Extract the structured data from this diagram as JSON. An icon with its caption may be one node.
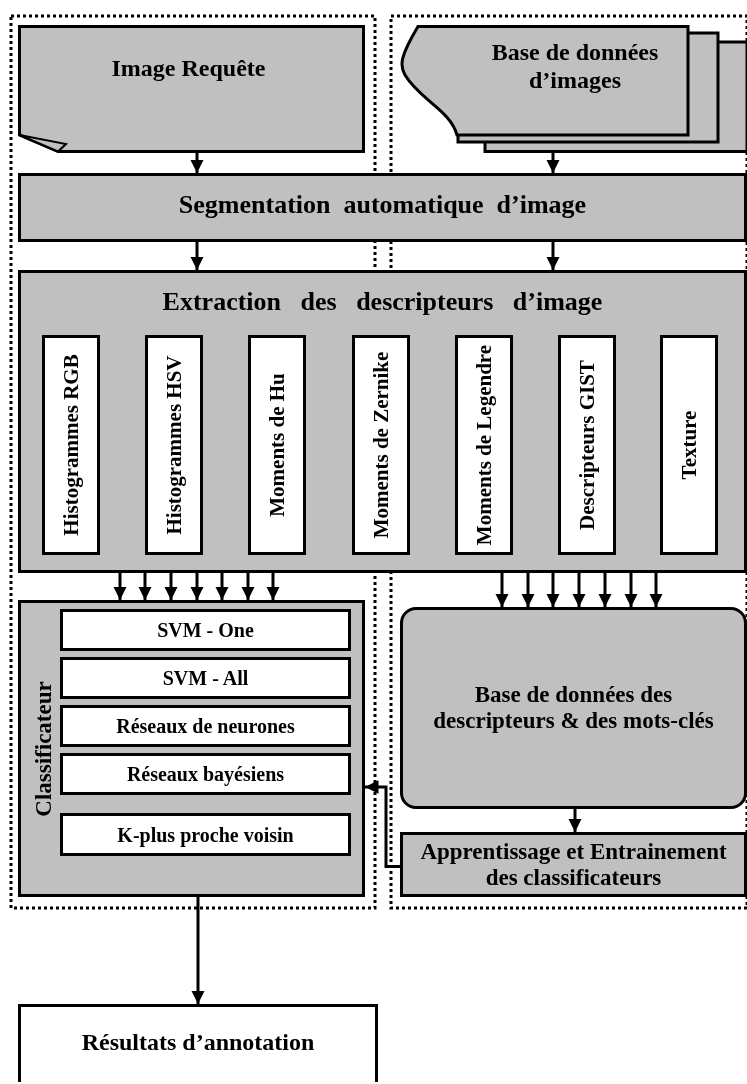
{
  "diagram": {
    "nodes": [
      {
        "text": [
          "Image Requête"
        ]
      },
      {
        "text": [
          "Base de données d’images"
        ]
      },
      {
        "text": [
          "Segmentation  automatique  d’image"
        ]
      },
      {
        "text": [
          "Extraction   des   descripteurs   d’image"
        ]
      },
      {
        "text": [
          "Histogrammes RGB"
        ],
        "in": 3
      },
      {
        "text": [
          "Histogrammes HSV"
        ],
        "in": 3
      },
      {
        "text": [
          "Moments de Hu"
        ],
        "in": 3
      },
      {
        "text": [
          "Moments de Zernike"
        ],
        "in": 3
      },
      {
        "text": [
          "Moments de Legendre"
        ],
        "in": 3
      },
      {
        "text": [
          "Descripteurs GIST"
        ],
        "in": 3
      },
      {
        "text": [
          "Texture"
        ],
        "in": 3
      },
      {
        "text": [
          "Classificateur"
        ]
      },
      {
        "text": [
          "SVM - One"
        ],
        "in": 11
      },
      {
        "text": [
          "SVM - All"
        ],
        "in": 11
      },
      {
        "text": [
          "Réseaux de neurones"
        ],
        "in": 11
      },
      {
        "text": [
          "Réseaux bayésiens"
        ],
        "in": 11
      },
      {
        "text": [
          "K-plus proche voisin"
        ],
        "in": 11
      },
      {
        "text": [
          "Base de données des descripteurs & des mots-clés"
        ]
      },
      {
        "text": [
          "Apprentissage et Entrainement des classificateurs"
        ]
      },
      {
        "text": [
          "Résultats d’annotation"
        ]
      }
    ],
    "edges": [
      {
        "from": 0,
        "to": 2,
        "arrow": "to"
      },
      {
        "from": 1,
        "to": 2,
        "arrow": "to"
      },
      {
        "from": 2,
        "to": 3,
        "arrow": "to"
      },
      {
        "from": 2,
        "to": 3,
        "arrow": "to"
      },
      {
        "from": 3,
        "to": 11,
        "arrow": "to"
      },
      {
        "from": 3,
        "to": 11,
        "arrow": "to"
      },
      {
        "from": 3,
        "to": 11,
        "arrow": "to"
      },
      {
        "from": 3,
        "to": 11,
        "arrow": "to"
      },
      {
        "from": 3,
        "to": 11,
        "arrow": "to"
      },
      {
        "from": 3,
        "to": 11,
        "arrow": "to"
      },
      {
        "from": 3,
        "to": 11,
        "arrow": "to"
      },
      {
        "from": 3,
        "to": 17,
        "arrow": "to"
      },
      {
        "from": 3,
        "to": 17,
        "arrow": "to"
      },
      {
        "from": 3,
        "to": 17,
        "arrow": "to"
      },
      {
        "from": 3,
        "to": 17,
        "arrow": "to"
      },
      {
        "from": 3,
        "to": 17,
        "arrow": "to"
      },
      {
        "from": 3,
        "to": 17,
        "arrow": "to"
      },
      {
        "from": 3,
        "to": 17,
        "arrow": "to"
      },
      {
        "from": 17,
        "to": 18,
        "arrow": "to"
      },
      {
        "from": 18,
        "to": 11,
        "arrow": "to"
      },
      {
        "from": 11,
        "to": 19,
        "arrow": "to"
      }
    ]
  }
}
